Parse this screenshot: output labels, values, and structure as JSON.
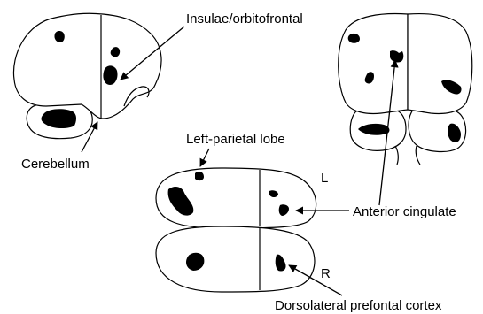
{
  "labels": {
    "insulae_orbitofrontal": "Insulae/orbitofrontal",
    "cerebellum": "Cerebellum",
    "left_parietal_lobe": "Left-parietal lobe",
    "anterior_cingulate": "Anterior cingulate",
    "dorsolateral_prefrontal_cortex": "Dorsolateral prefontal cortex",
    "side_left": "L",
    "side_right": "R"
  },
  "colors": {
    "ink": "#000000",
    "background": "#ffffff"
  }
}
